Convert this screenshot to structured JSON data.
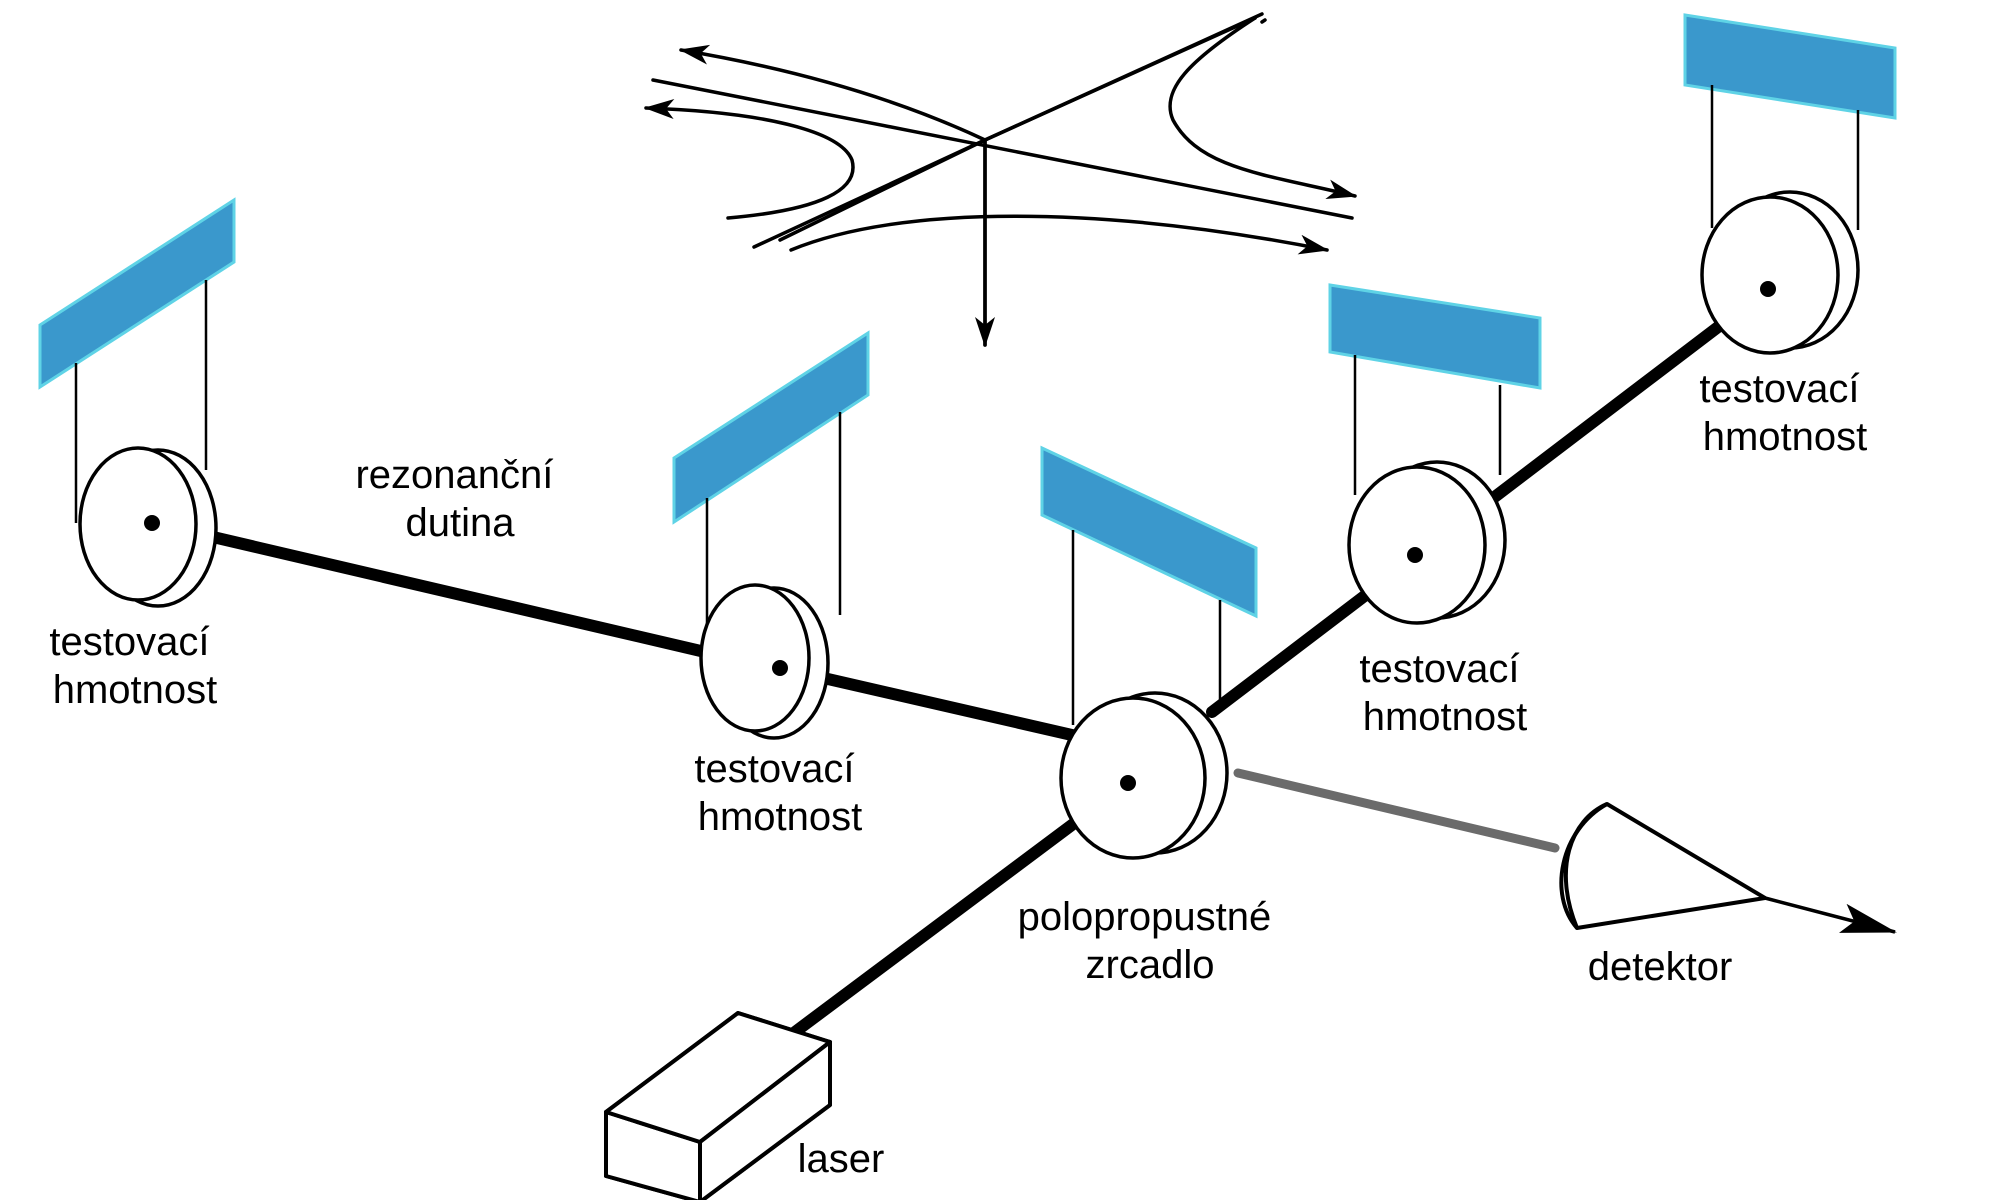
{
  "colors": {
    "mirror_fill": "#3a98cc",
    "mirror_edge": "#5fd3e6",
    "beam": "#000000",
    "output_beam": "#6b6b6b",
    "outline": "#000000"
  },
  "labels": {
    "test_mass_left": [
      "testovací",
      "hmotnost"
    ],
    "test_mass_middle": [
      "testovací",
      "hmotnost"
    ],
    "test_mass_right_near": [
      "testovací",
      "hmotnost"
    ],
    "test_mass_right_far": [
      "testovací",
      "hmotnost"
    ],
    "cavity": [
      "rezonanční",
      "dutina"
    ],
    "beam_splitter": [
      "polopropustné",
      "zrcadlo"
    ],
    "detector": "detektor",
    "laser": "laser"
  },
  "icons": {
    "gravitational_wave": "wave-arrows-icon",
    "detector": "detector-cone-icon",
    "laser": "laser-box-icon"
  }
}
